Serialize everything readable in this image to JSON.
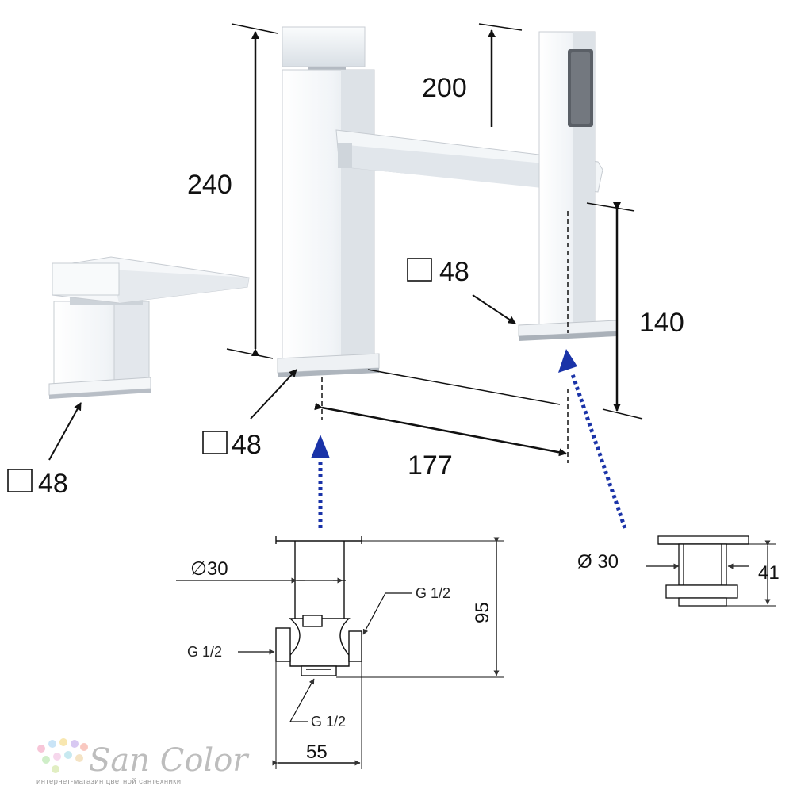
{
  "dimensions": {
    "spout_height": "240",
    "shower_height": "200",
    "outlet_height": "140",
    "center_distance": "177",
    "base_mixer": "48",
    "base_spout": "48",
    "base_shower": "48",
    "square_symbol": "□",
    "pipe_diameter_valve": "30",
    "pipe_diameter_shower": "Ø 30",
    "valve_height": "95",
    "valve_width": "55",
    "thread_left": "G 1/2",
    "thread_right": "G 1/2",
    "thread_bottom": "G 1/2",
    "shower_base_height": "41"
  },
  "logo": {
    "brand": "San Color",
    "tagline": "интернет-магазин цветной сантехники"
  },
  "colors": {
    "arrow_blue": "#1a33a8",
    "line": "#111111",
    "chrome_light": "#f4f6f8",
    "chrome_mid": "#dfe3e8",
    "chrome_dark": "#8e959e"
  }
}
